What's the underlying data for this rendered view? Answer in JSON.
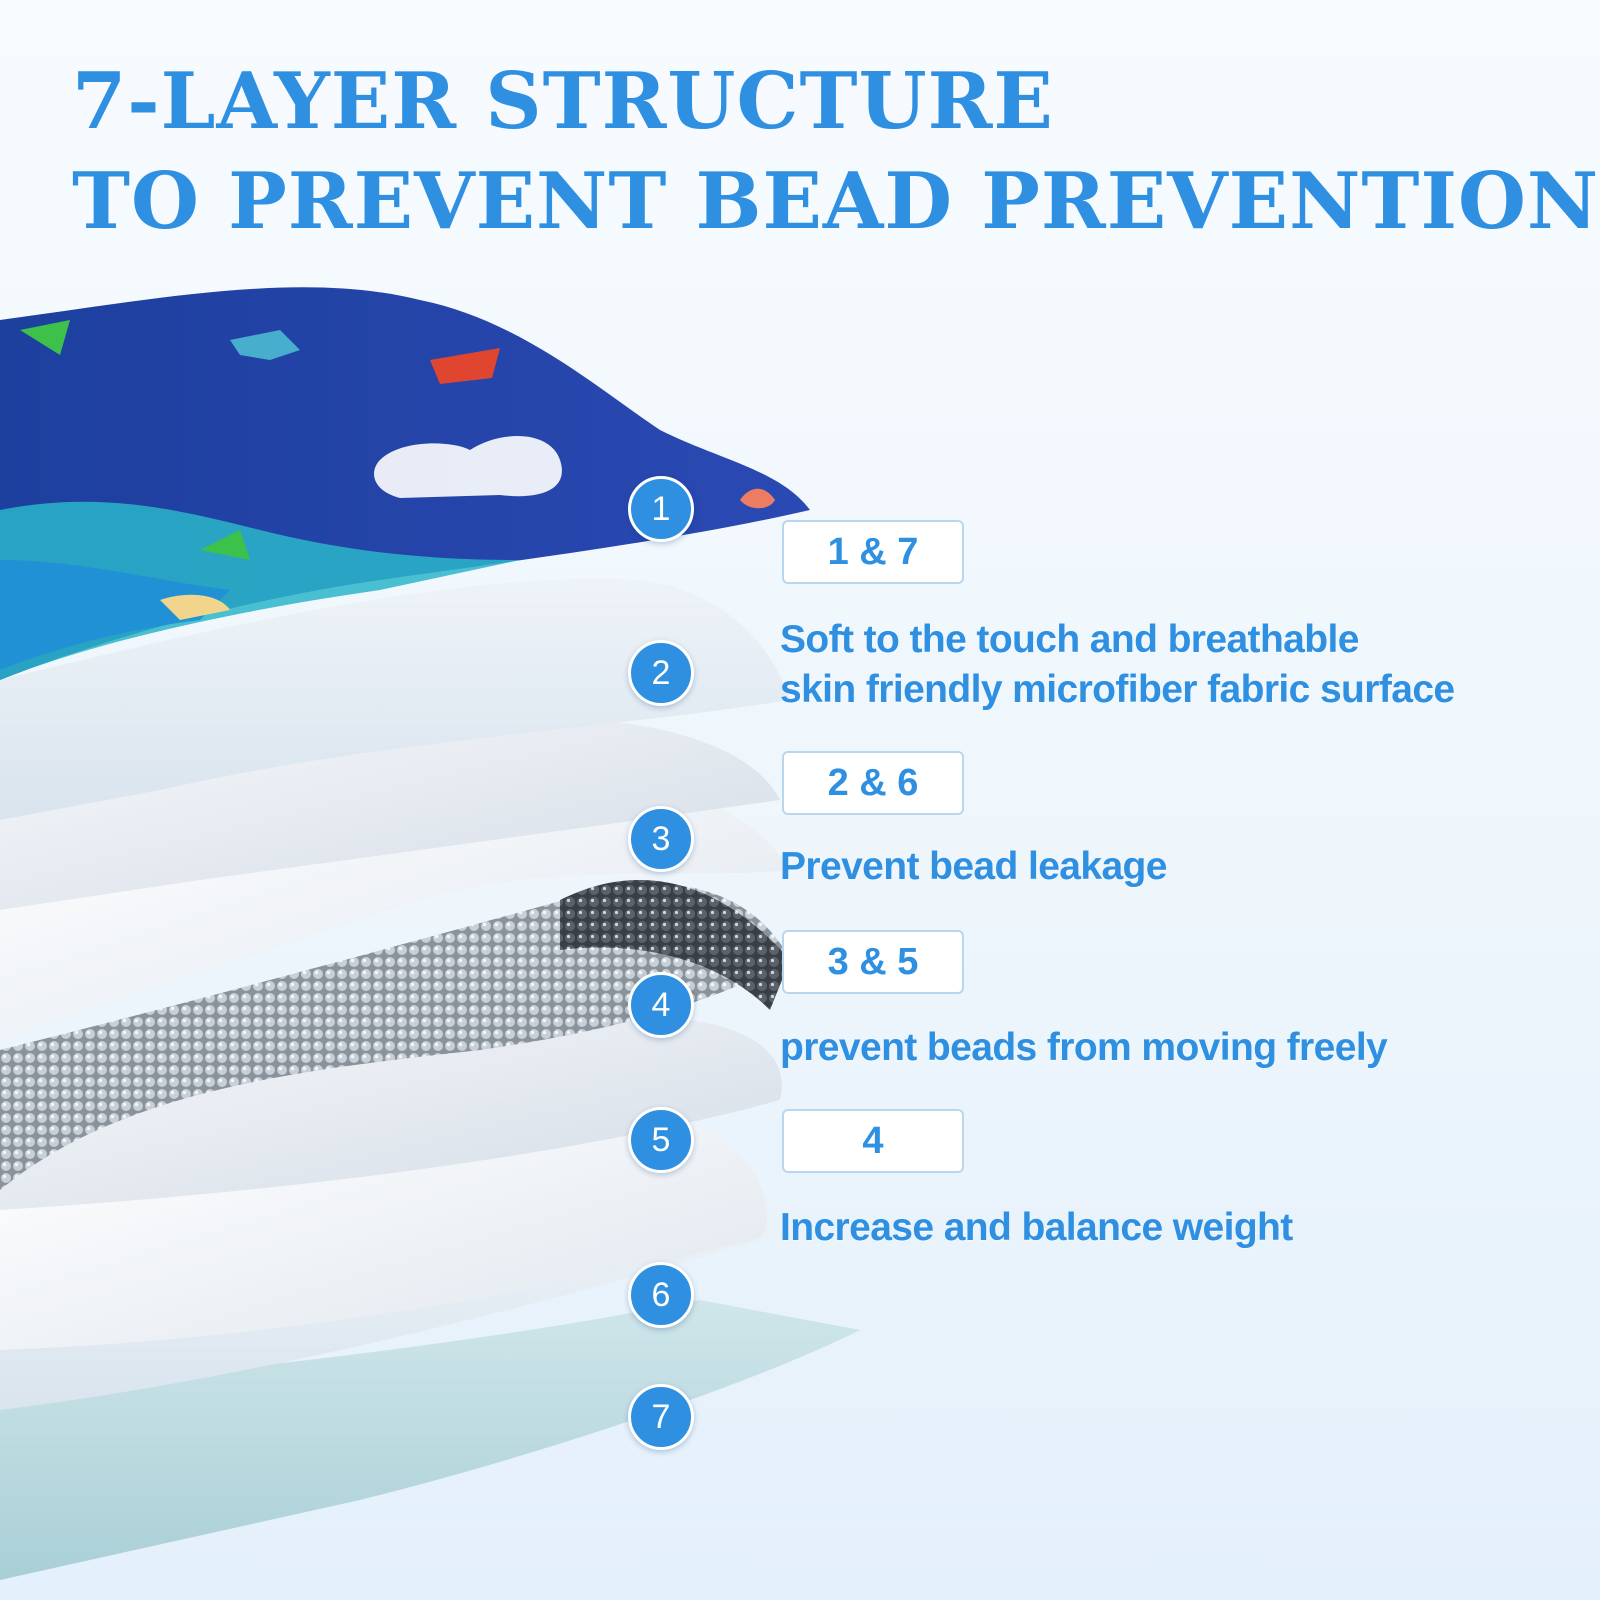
{
  "headline": {
    "line1": "7-LAYER STRUCTURE",
    "line2": "TO PREVENT BEAD PREVENTION"
  },
  "colors": {
    "accent": "#2f8fe0",
    "fabric": "#1f3d9a",
    "background": "#eef6fc"
  },
  "layer_numbers": [
    "1",
    "2",
    "3",
    "4",
    "5",
    "6",
    "7"
  ],
  "features": [
    {
      "tag": "1 & 7",
      "lines": [
        "Soft to the touch and breathable",
        "skin friendly microfiber fabric surface"
      ]
    },
    {
      "tag": "2 & 6",
      "lines": [
        "Prevent bead leakage"
      ]
    },
    {
      "tag": "3 & 5",
      "lines": [
        "prevent beads from moving freely"
      ]
    },
    {
      "tag": "4",
      "lines": [
        "Increase and balance weight"
      ]
    }
  ]
}
